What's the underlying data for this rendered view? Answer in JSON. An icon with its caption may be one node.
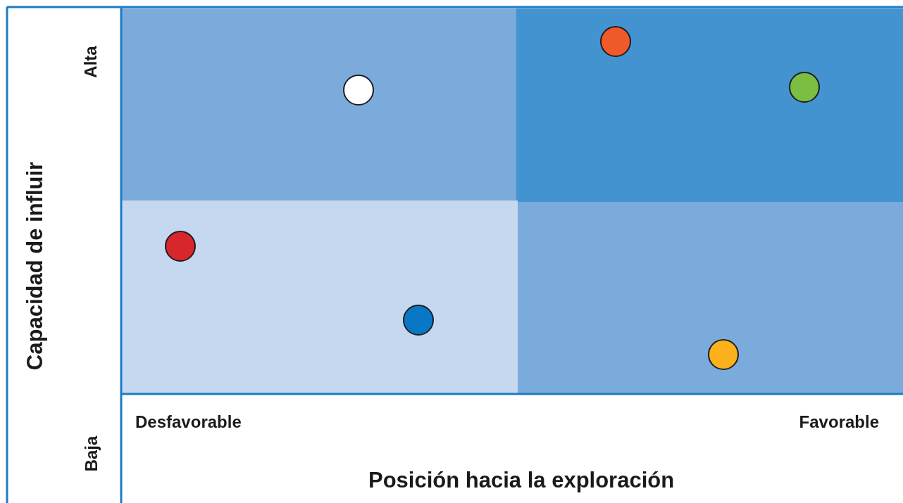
{
  "diagram": {
    "nodes": [
      {
        "text": [],
        "shape": "circle"
      },
      {
        "text": [],
        "shape": "circle"
      },
      {
        "text": [],
        "shape": "circle"
      },
      {
        "text": [],
        "shape": "circle"
      },
      {
        "text": [],
        "shape": "circle"
      },
      {
        "text": [],
        "shape": "circle"
      }
    ],
    "labels": [
      "Alta",
      "Capacidad de influir",
      "Baja",
      "Desfavorable",
      "Favorable",
      "Posición hacia la exploración"
    ]
  }
}
